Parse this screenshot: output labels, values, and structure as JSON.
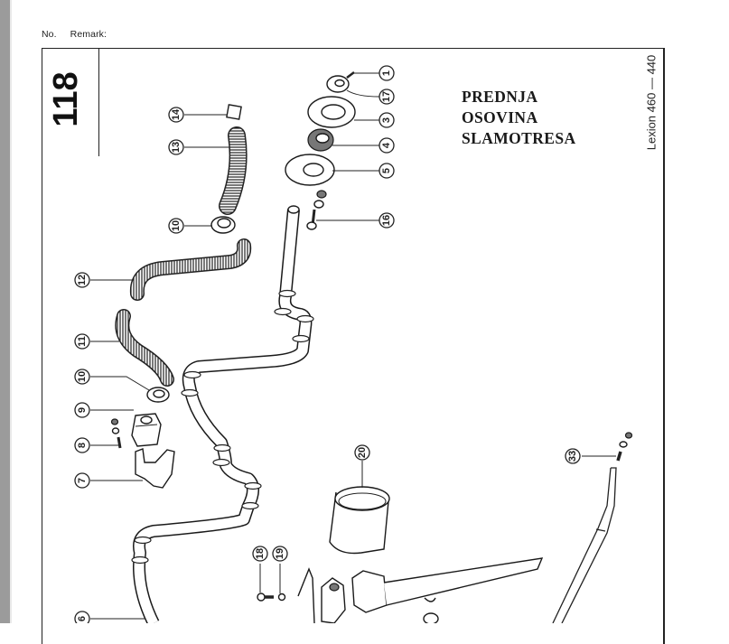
{
  "header": {
    "no_label": "No.",
    "remark_label": "Remark:"
  },
  "page": {
    "number": "118",
    "title_lines": [
      "PREDNJA",
      "OSOVINA",
      "SLAMOTRESA"
    ],
    "model": "Lexion 460 — 440"
  },
  "callouts": [
    {
      "id": "1",
      "label": "1"
    },
    {
      "id": "17",
      "label": "17"
    },
    {
      "id": "3",
      "label": "3"
    },
    {
      "id": "4",
      "label": "4"
    },
    {
      "id": "5",
      "label": "5"
    },
    {
      "id": "16",
      "label": "16"
    },
    {
      "id": "14",
      "label": "14"
    },
    {
      "id": "13",
      "label": "13"
    },
    {
      "id": "10a",
      "label": "10"
    },
    {
      "id": "12",
      "label": "12"
    },
    {
      "id": "11",
      "label": "11"
    },
    {
      "id": "10b",
      "label": "10"
    },
    {
      "id": "9",
      "label": "9"
    },
    {
      "id": "8",
      "label": "8"
    },
    {
      "id": "7",
      "label": "7"
    },
    {
      "id": "20",
      "label": "20"
    },
    {
      "id": "18",
      "label": "18"
    },
    {
      "id": "19",
      "label": "19"
    },
    {
      "id": "33",
      "label": "33"
    },
    {
      "id": "6",
      "label": "6"
    }
  ],
  "colors": {
    "left_strip": "#9b9b9b",
    "ink": "#1a1a1a",
    "paper": "#ffffff"
  }
}
